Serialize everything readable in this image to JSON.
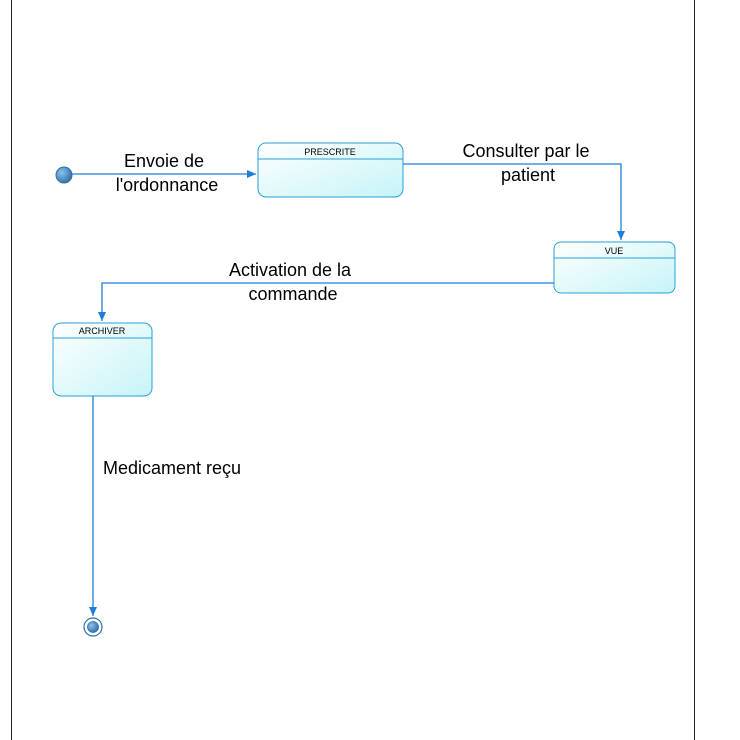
{
  "diagram": {
    "states": {
      "prescrite": "PRESCRITE",
      "vue": "VUE",
      "archiver": "ARCHIVER"
    },
    "transitions": {
      "initial_to_prescrite": [
        "Envoie de",
        "l'ordonnance"
      ],
      "prescrite_to_vue": [
        "Consulter par le",
        "patient"
      ],
      "vue_to_archiver": [
        "Activation de la",
        "commande"
      ],
      "archiver_to_final": [
        "Medicament reçu"
      ]
    },
    "colors": {
      "edge": "#1e7fd8",
      "state_border": "#2a9fd6",
      "state_fill_top": "#ffffff",
      "state_fill_bottom": "#c6f4f7",
      "initial_node": "#3a8bc9"
    }
  }
}
